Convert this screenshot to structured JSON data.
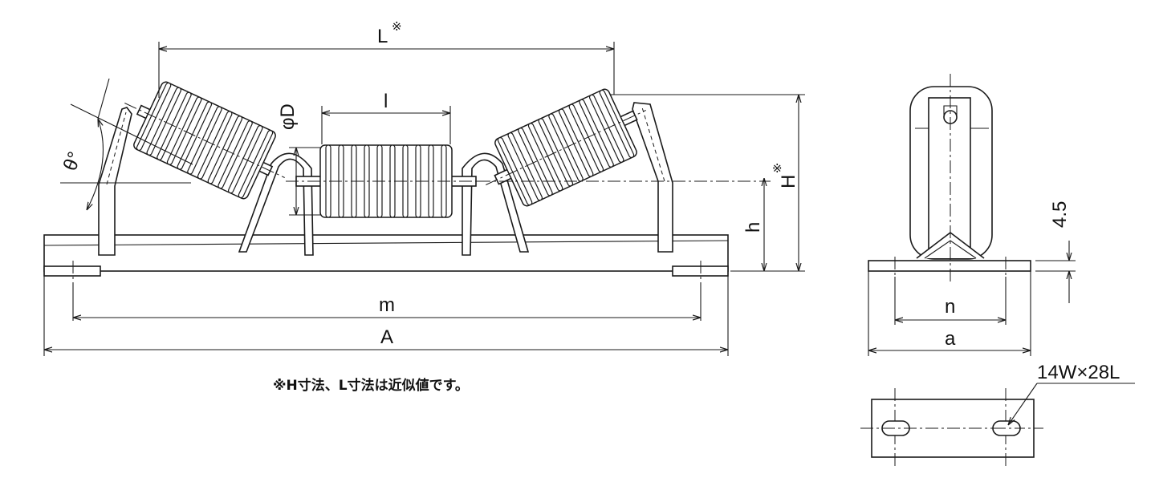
{
  "labels": {
    "L": "L",
    "L_mark": "※",
    "l": "l",
    "phiD": "φD",
    "theta": "θ°",
    "H": "H",
    "H_mark": "※",
    "h": "h",
    "m": "m",
    "A": "A",
    "t": "4.5",
    "n": "n",
    "a": "a",
    "slot": "14W×28L"
  },
  "note": "※H寸法、L寸法は近似値です。"
}
